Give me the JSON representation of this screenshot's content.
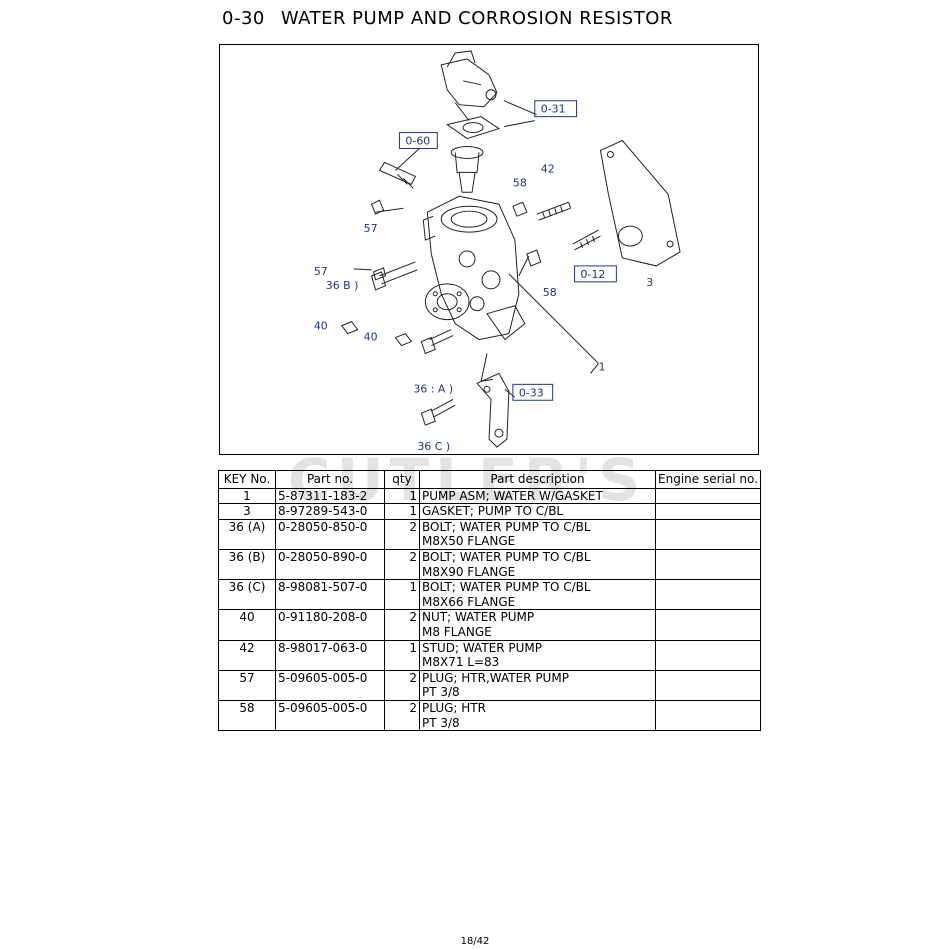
{
  "header": {
    "section": "0-30",
    "title": "WATER PUMP AND CORROSION RESISTOR"
  },
  "diagram": {
    "refs": [
      "0-31",
      "0-60",
      "0-12",
      "0-33"
    ],
    "keys": [
      "42",
      "58",
      "57",
      "57",
      "36 B )",
      "58",
      "3",
      "40",
      "40",
      "1",
      "36 : A )",
      "36 C )"
    ]
  },
  "watermark": "CUTLER'S",
  "table": {
    "headers": [
      "KEY No.",
      "Part no.",
      "qty",
      "Part description",
      "Engine serial no."
    ],
    "rows": [
      {
        "key": "1",
        "part": "5-87311-183-2",
        "qty": "1",
        "desc1": "PUMP ASM; WATER W/GASKET",
        "desc2": "",
        "serial": ""
      },
      {
        "key": "3",
        "part": "8-97289-543-0",
        "qty": "1",
        "desc1": "GASKET; PUMP TO C/BL",
        "desc2": "",
        "serial": ""
      },
      {
        "key": "36 (A)",
        "part": "0-28050-850-0",
        "qty": "2",
        "desc1": "BOLT; WATER PUMP TO C/BL",
        "desc2": "M8X50 FLANGE",
        "serial": ""
      },
      {
        "key": "36 (B)",
        "part": "0-28050-890-0",
        "qty": "2",
        "desc1": "BOLT; WATER PUMP TO C/BL",
        "desc2": "M8X90 FLANGE",
        "serial": ""
      },
      {
        "key": "36 (C)",
        "part": "8-98081-507-0",
        "qty": "1",
        "desc1": "BOLT; WATER PUMP TO C/BL",
        "desc2": "M8X66 FLANGE",
        "serial": ""
      },
      {
        "key": "40",
        "part": "0-91180-208-0",
        "qty": "2",
        "desc1": "NUT; WATER PUMP",
        "desc2": "M8 FLANGE",
        "serial": ""
      },
      {
        "key": "42",
        "part": "8-98017-063-0",
        "qty": "1",
        "desc1": "STUD; WATER PUMP",
        "desc2": "M8X71 L=83",
        "serial": ""
      },
      {
        "key": "57",
        "part": "5-09605-005-0",
        "qty": "2",
        "desc1": "PLUG; HTR,WATER PUMP",
        "desc2": "PT 3/8",
        "serial": ""
      },
      {
        "key": "58",
        "part": "5-09605-005-0",
        "qty": "2",
        "desc1": "PLUG; HTR",
        "desc2": "PT 3/8",
        "serial": ""
      }
    ]
  },
  "footer": {
    "page": "18/42"
  }
}
